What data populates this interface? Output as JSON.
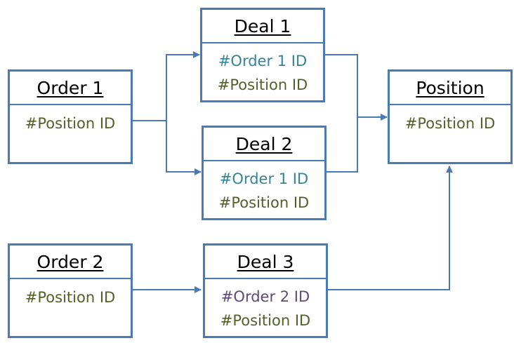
{
  "colors": {
    "border": "#4a7ab5",
    "connector": "#4a7ab5",
    "position_field": "#4f6228",
    "order1_field": "#31849b",
    "order2_field": "#5f497a",
    "title": "#000000"
  },
  "entities": {
    "order1": {
      "title": "Order 1",
      "fields": [
        "#Position ID"
      ]
    },
    "order2": {
      "title": "Order 2",
      "fields": [
        "#Position ID"
      ]
    },
    "deal1": {
      "title": "Deal 1",
      "fields": [
        "#Order 1 ID",
        "#Position ID"
      ]
    },
    "deal2": {
      "title": "Deal 2",
      "fields": [
        "#Order 1 ID",
        "#Position ID"
      ]
    },
    "deal3": {
      "title": "Deal 3",
      "fields": [
        "#Order 2 ID",
        "#Position ID"
      ]
    },
    "position": {
      "title": "Position",
      "fields": [
        "#Position ID"
      ]
    }
  },
  "connections": [
    {
      "from": "order1",
      "to": "deal1"
    },
    {
      "from": "order1",
      "to": "deal2"
    },
    {
      "from": "deal1",
      "to": "position"
    },
    {
      "from": "deal2",
      "to": "position"
    },
    {
      "from": "order2",
      "to": "deal3"
    },
    {
      "from": "deal3",
      "to": "position"
    }
  ]
}
